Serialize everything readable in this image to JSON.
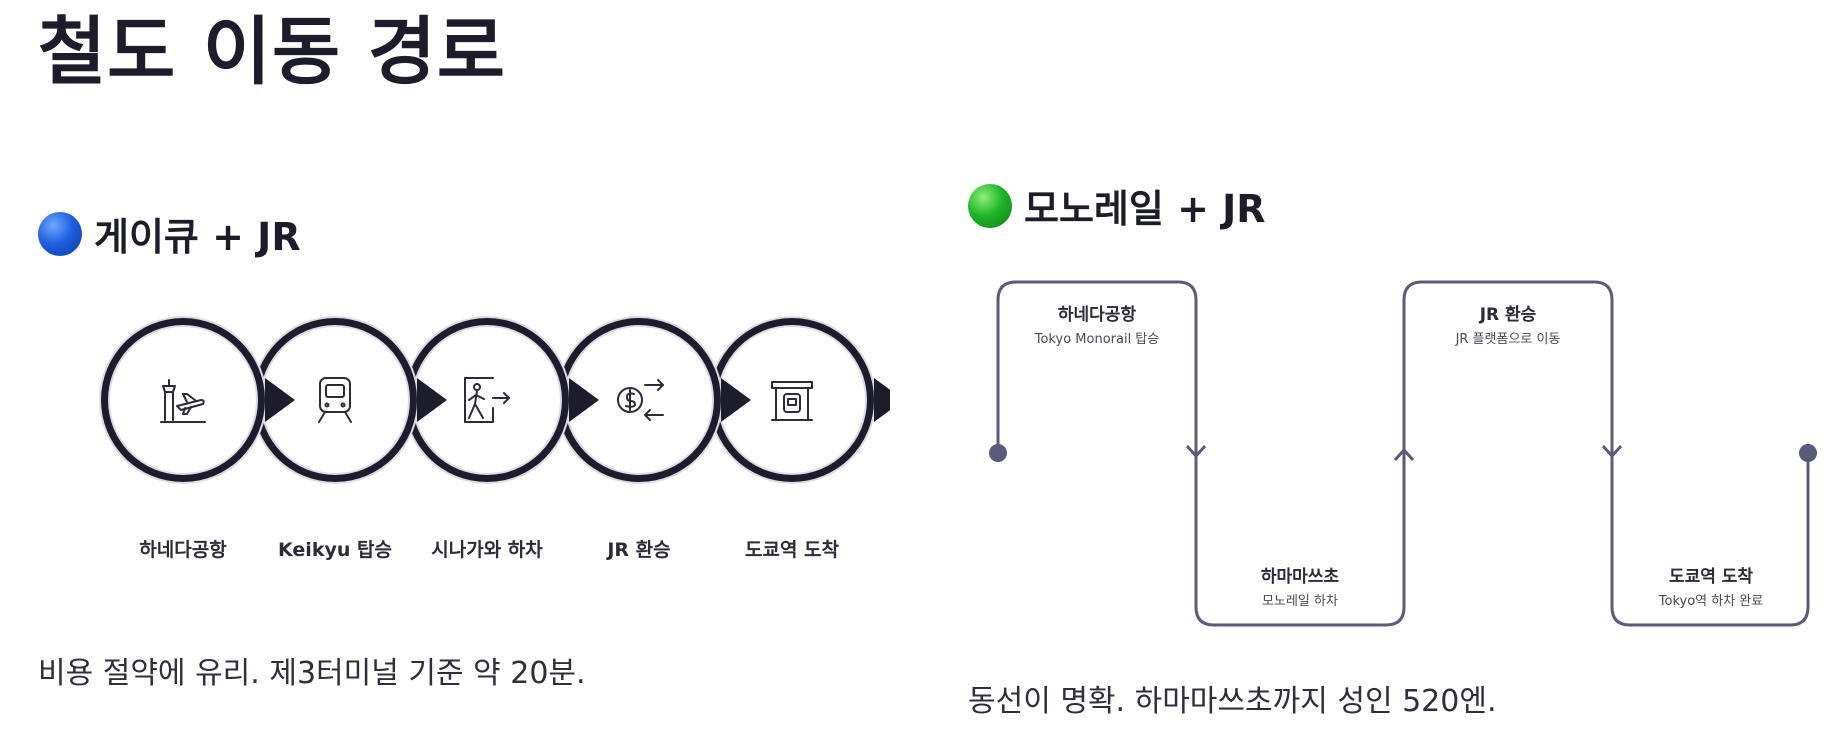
{
  "page": {
    "title": "철도 이동 경로"
  },
  "left": {
    "title": "게이큐 + JR",
    "badge_color": "#1f5fe0",
    "steps": [
      {
        "label": "하네다공항",
        "icon": "airport-tower-plane-icon"
      },
      {
        "label": "Keikyu 탑승",
        "icon": "train-icon"
      },
      {
        "label": "시나가와 하차",
        "icon": "exit-walking-icon"
      },
      {
        "label": "JR 환승",
        "icon": "currency-exchange-icon"
      },
      {
        "label": "도쿄역 도착",
        "icon": "station-building-icon"
      }
    ],
    "description": "비용 절약에 유리. 제3터미널 기준 약 20분."
  },
  "right": {
    "title": "모노레일 + JR",
    "badge_color": "#1fb52a",
    "line_color": "#5a5a7a",
    "nodes": [
      {
        "title": "하네다공항",
        "subtitle": "Tokyo Monorail 탑승"
      },
      {
        "title": "하마마쓰초",
        "subtitle": "모노레일 하차"
      },
      {
        "title": "JR 환승",
        "subtitle": "JR 플랫폼으로 이동"
      },
      {
        "title": "도쿄역 도착",
        "subtitle": "Tokyo역 하차 완료"
      }
    ],
    "description": "동선이 명확. 하마마쓰초까지 성인 520엔."
  }
}
